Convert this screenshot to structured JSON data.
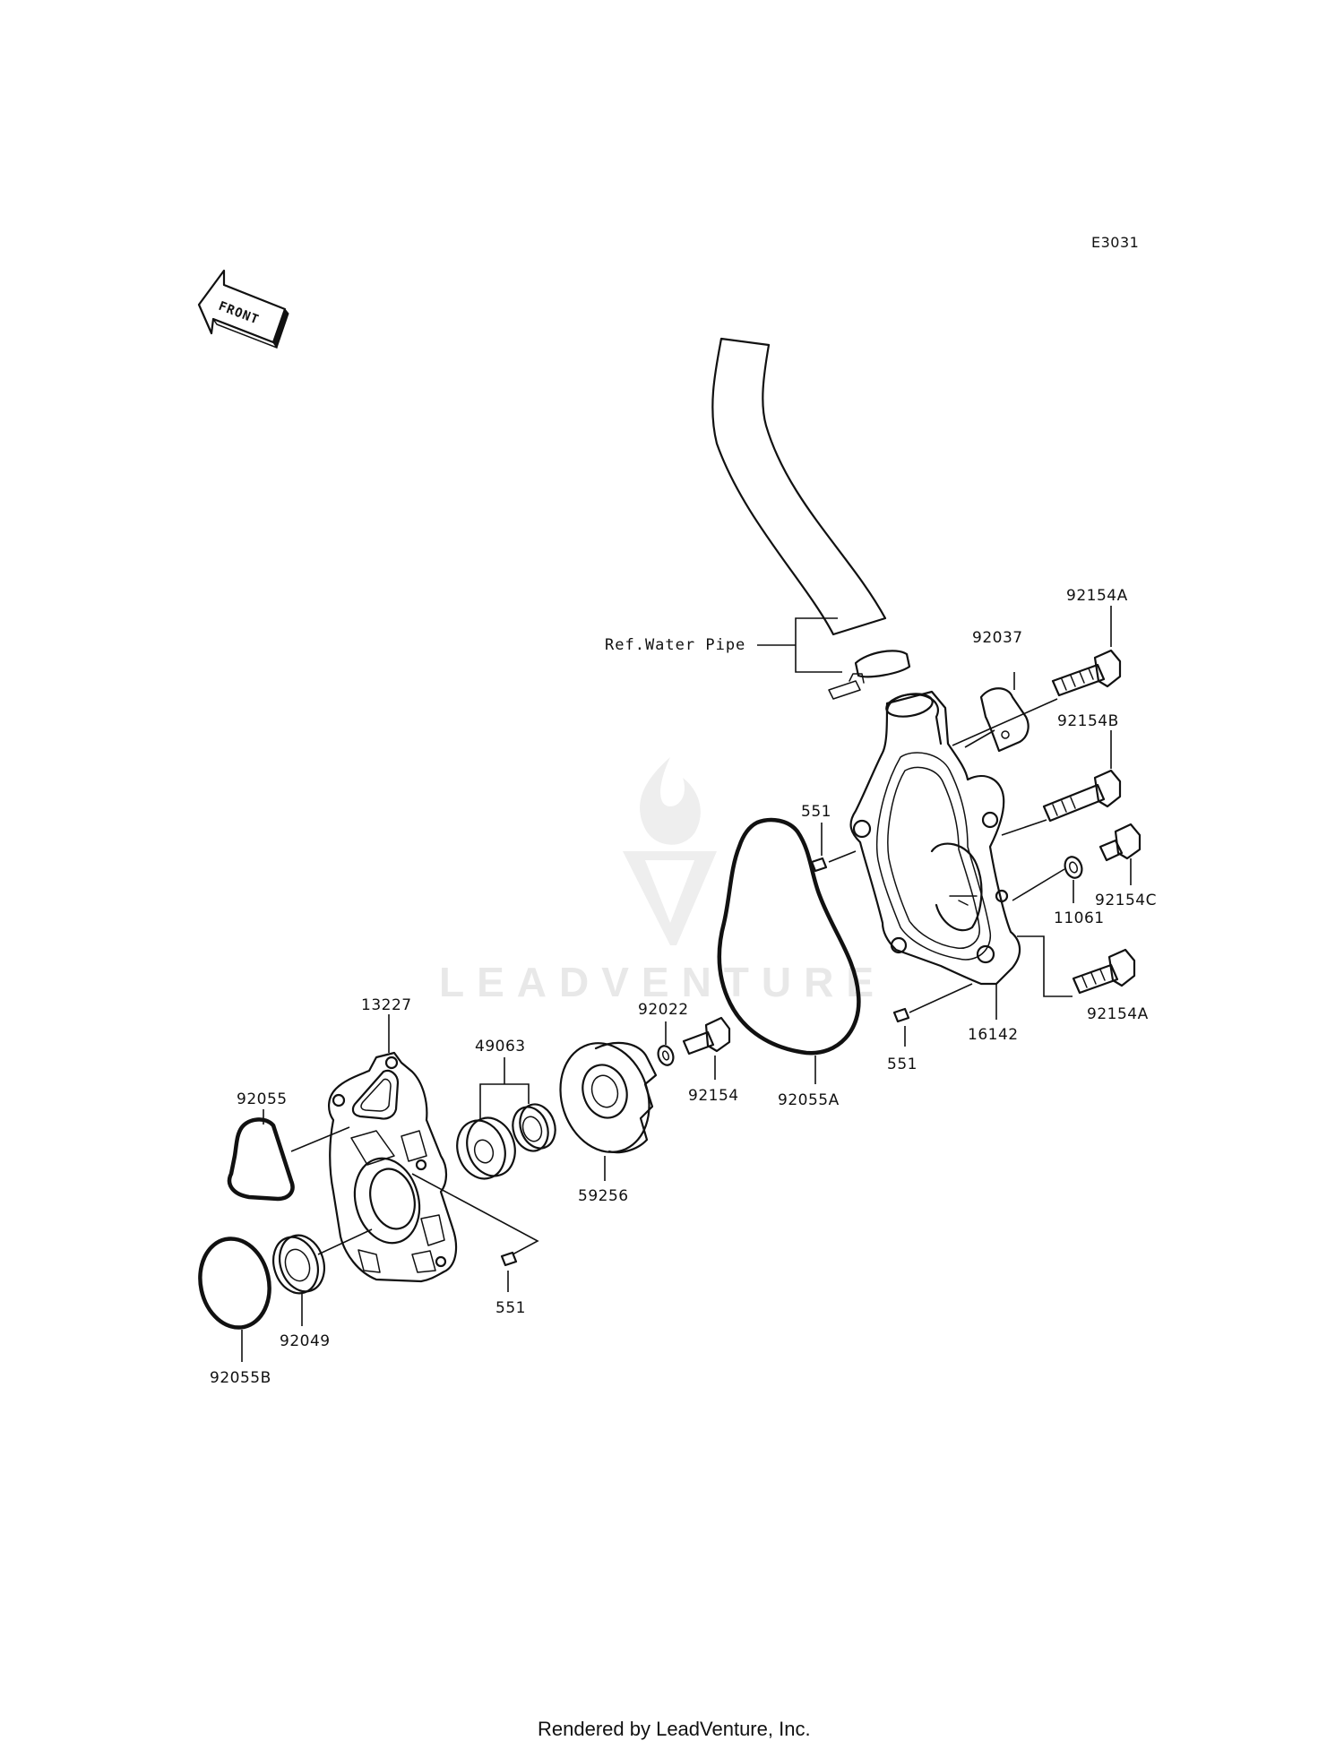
{
  "diagram_code": "E3031",
  "front_arrow_label": "FRONT",
  "ref_label": "Ref.Water Pipe",
  "watermark_text": "LEADVENTURE",
  "footer_text": "Rendered by LeadVenture, Inc.",
  "labels": {
    "p92154A_top": "92154A",
    "p92037": "92037",
    "p92154B": "92154B",
    "p551_upper": "551",
    "p92154C": "92154C",
    "p11061": "11061",
    "p92154A_bottom": "92154A",
    "p16142": "16142",
    "p551_right": "551",
    "p92055A": "92055A",
    "p92022": "92022",
    "p92154": "92154",
    "p49063": "49063",
    "p59256": "59256",
    "p13227": "13227",
    "p92055": "92055",
    "p551_lower": "551",
    "p92049": "92049",
    "p92055B": "92055B"
  },
  "colors": {
    "line": "#111111",
    "watermark": "#eeeeee",
    "background": "#ffffff"
  }
}
